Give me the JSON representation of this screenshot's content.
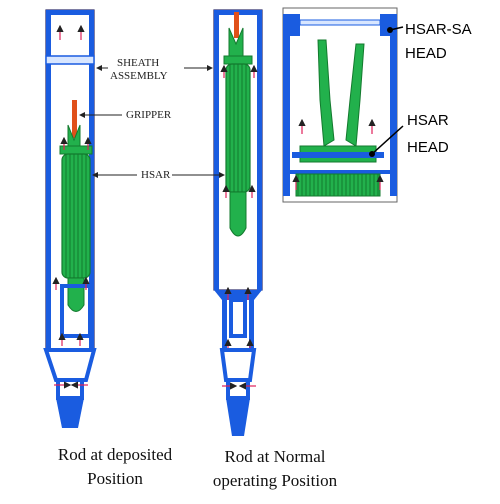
{
  "labels": {
    "sheath_1": "SHEATH",
    "sheath_2": "ASSEMBLY",
    "gripper": "GRIPPER",
    "hsar": "HSAR",
    "hsar_sa_head_1": "HSAR-SA",
    "hsar_sa_head_2": "HEAD",
    "hsar_head_1": "HSAR",
    "hsar_head_2": "HEAD"
  },
  "captions": {
    "deposited_1": "Rod at deposited",
    "deposited_2": "Position",
    "normal_1": "Rod at Normal",
    "normal_2": "operating Position"
  },
  "colors": {
    "sheath": "#1a5ce0",
    "rod": "#22b14c",
    "rod_dark": "#137a2e",
    "gripper": "#e0501a",
    "flow_arrow": "#e0205a",
    "outline": "#2a2a6a"
  }
}
